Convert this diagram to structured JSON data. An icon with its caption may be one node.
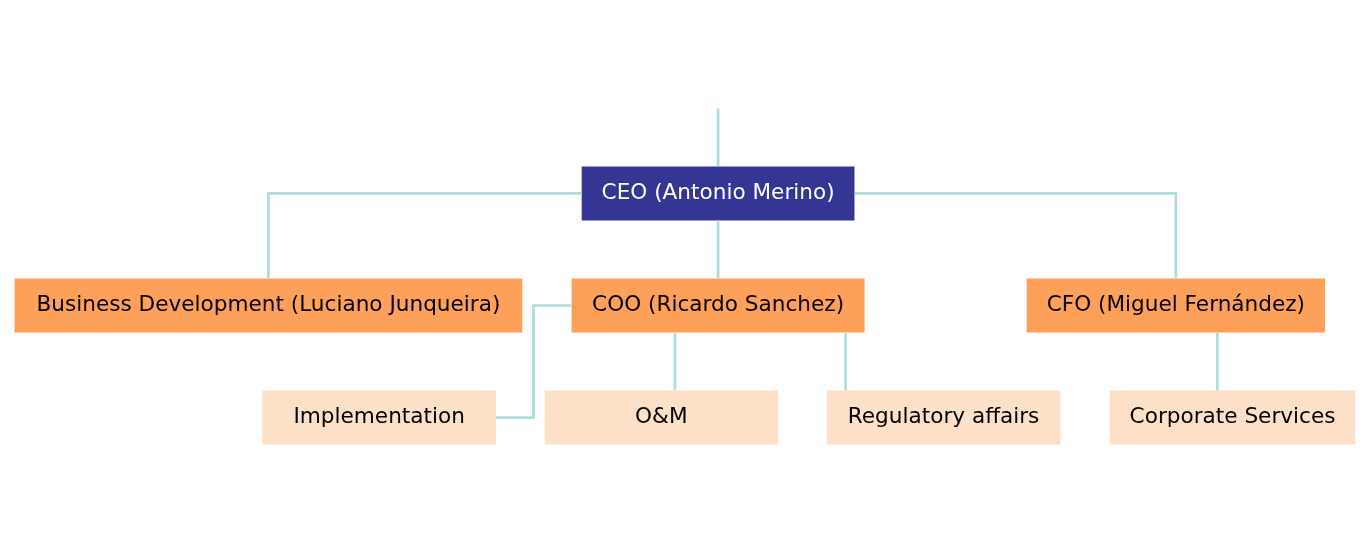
{
  "diagram": {
    "nodes": [
      {
        "text": [
          "CEO (Antonio Merino)"
        ]
      },
      {
        "text": [
          "Business Development (Luciano Junqueira)"
        ]
      },
      {
        "text": [
          "COO (Ricardo Sanchez)"
        ]
      },
      {
        "text": [
          "CFO (Miguel Fernández)"
        ]
      },
      {
        "text": [
          "Implementation"
        ]
      },
      {
        "text": [
          "O&M"
        ]
      },
      {
        "text": [
          "Regulatory affairs"
        ]
      },
      {
        "text": [
          "Corporate Services"
        ]
      }
    ],
    "edges": [
      {
        "from": null,
        "to": 0,
        "arrow": "none"
      },
      {
        "from": 0,
        "to": 1,
        "arrow": "none"
      },
      {
        "from": 0,
        "to": 2,
        "arrow": "none"
      },
      {
        "from": 0,
        "to": 3,
        "arrow": "none"
      },
      {
        "from": 2,
        "to": 4,
        "arrow": "none"
      },
      {
        "from": 2,
        "to": 5,
        "arrow": "none"
      },
      {
        "from": 2,
        "to": 6,
        "arrow": "none"
      },
      {
        "from": 3,
        "to": 7,
        "arrow": "none"
      }
    ]
  }
}
